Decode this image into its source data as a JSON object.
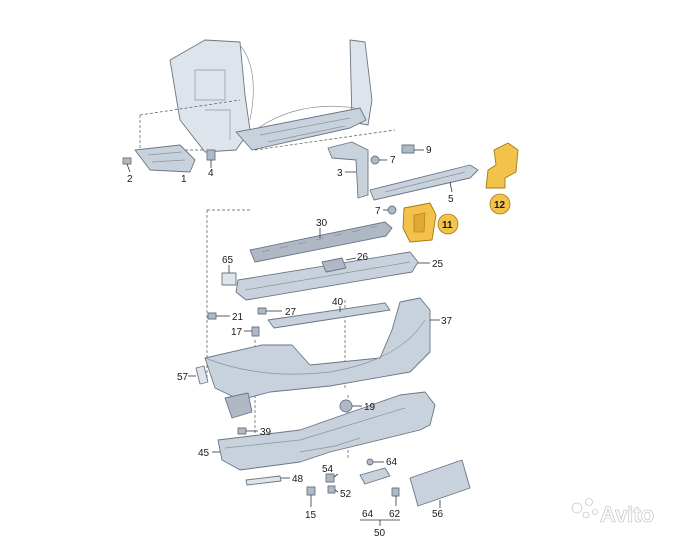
{
  "callouts": {
    "c1": "1",
    "c2": "2",
    "c3": "3",
    "c4": "4",
    "c5": "5",
    "c7a": "7",
    "c7b": "7",
    "c9": "9",
    "c11": "11",
    "c12": "12",
    "c15": "15",
    "c17": "17",
    "c19": "19",
    "c21": "21",
    "c25": "25",
    "c26": "26",
    "c27": "27",
    "c30": "30",
    "c37": "37",
    "c39": "39",
    "c40": "40",
    "c45": "45",
    "c48": "48",
    "c50": "50",
    "c52": "52",
    "c54": "54",
    "c56": "56",
    "c57": "57",
    "c62": "62",
    "c64a": "64",
    "c64b": "64",
    "c65": "65"
  },
  "watermark": "Avito",
  "colors": {
    "highlight": "#f3c24a",
    "part": "#c8d2dc",
    "outline": "#6b7683"
  }
}
